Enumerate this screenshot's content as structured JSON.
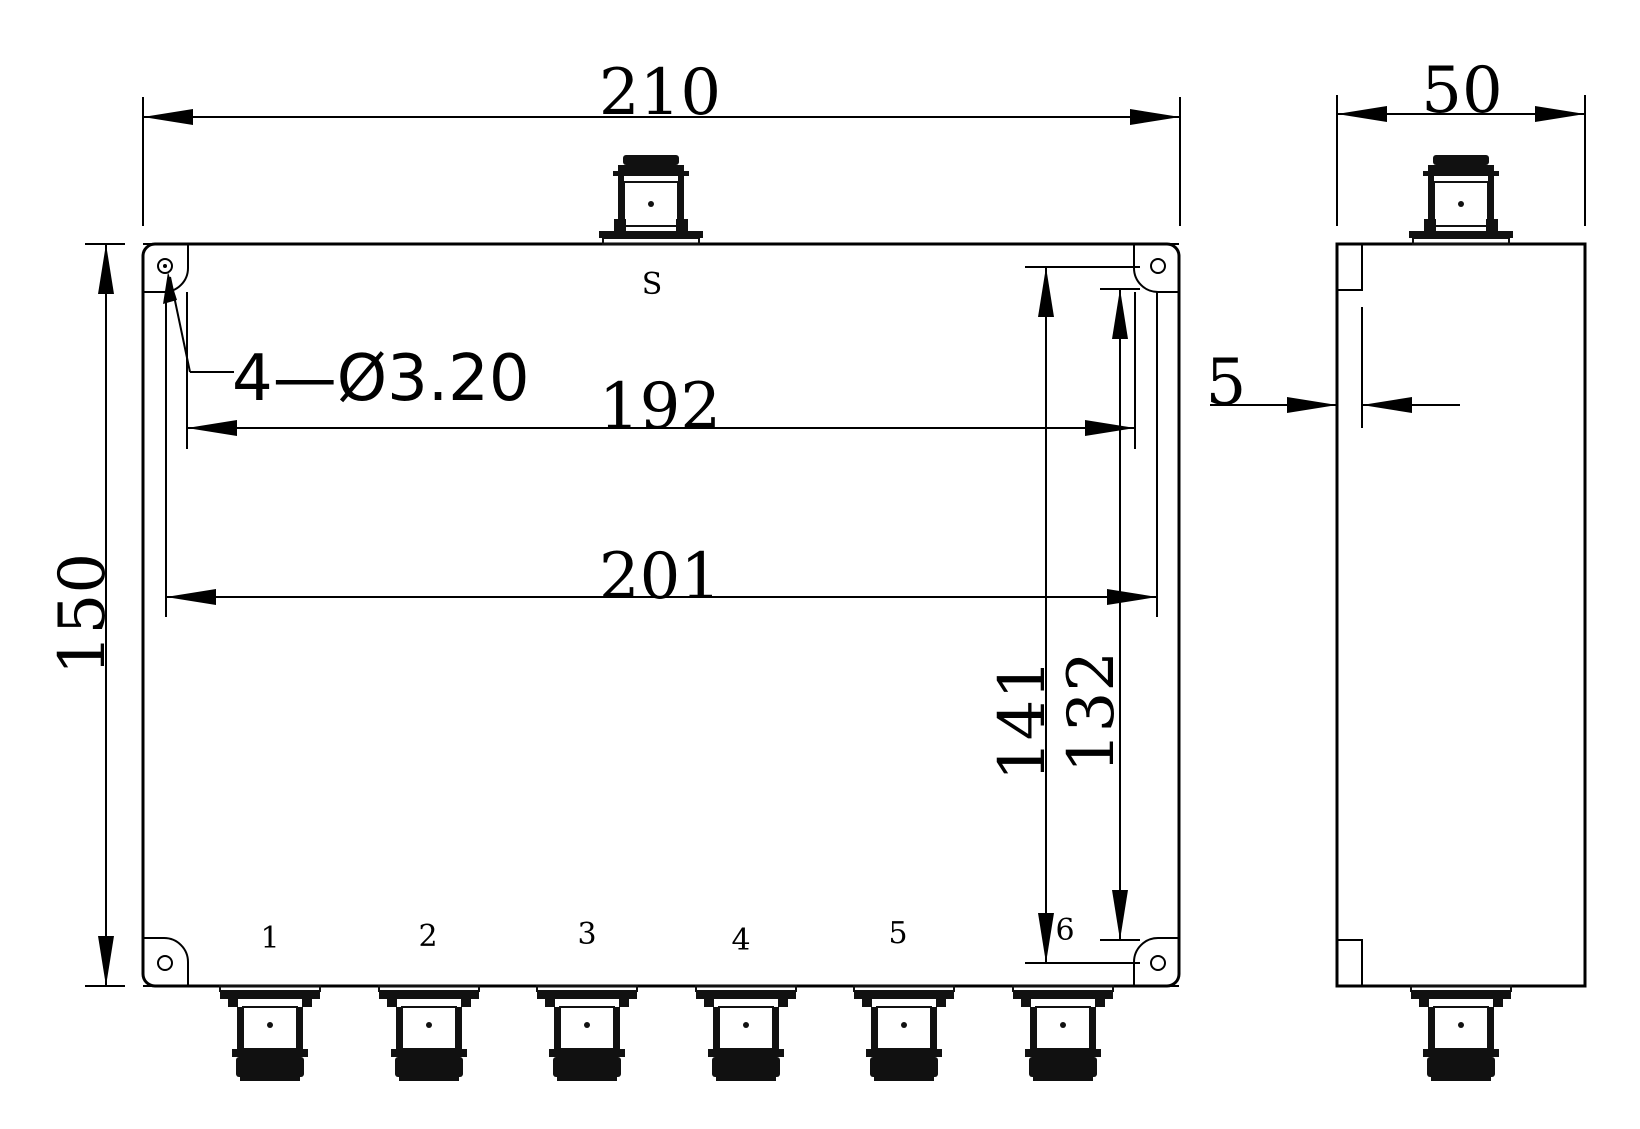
{
  "dimensions": {
    "overall_width": "210",
    "overall_height": "150",
    "hole_spacing_x": "192",
    "flange_width": "201",
    "height_141": "141",
    "height_132": "132",
    "side_depth": "50",
    "wall_thickness": "5",
    "hole_callout": "4—Ø3.20"
  },
  "ports": {
    "input": "S",
    "outputs": [
      "1",
      "2",
      "3",
      "4",
      "5",
      "6"
    ]
  },
  "colors": {
    "line": "#000000",
    "background": "#ffffff"
  }
}
